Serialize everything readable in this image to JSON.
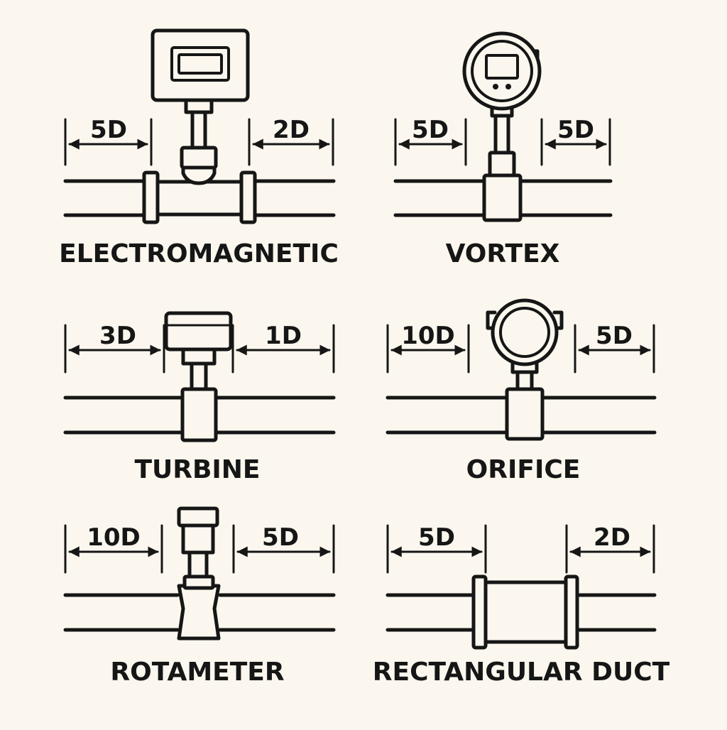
{
  "colors": {
    "ink": "#161616",
    "background": "#fbf7ee"
  },
  "meters": [
    {
      "label": "ELECTROMAGNETIC",
      "upstream": "5D",
      "downstream": "2D",
      "icon": "electromagnetic-meter-icon"
    },
    {
      "label": "VORTEX",
      "upstream": "5D",
      "downstream": "5D",
      "icon": "vortex-meter-icon"
    },
    {
      "label": "TURBINE",
      "upstream": "3D",
      "downstream": "1D",
      "icon": "turbine-meter-icon"
    },
    {
      "label": "ORIFICE",
      "upstream": "10D",
      "downstream": "5D",
      "icon": "orifice-meter-icon"
    },
    {
      "label": "ROTAMETER",
      "upstream": "10D",
      "downstream": "5D",
      "icon": "rotameter-icon"
    },
    {
      "label": "RECTANGULAR DUCT",
      "upstream": "5D",
      "downstream": "2D",
      "icon": "rectangular-duct-icon"
    }
  ]
}
